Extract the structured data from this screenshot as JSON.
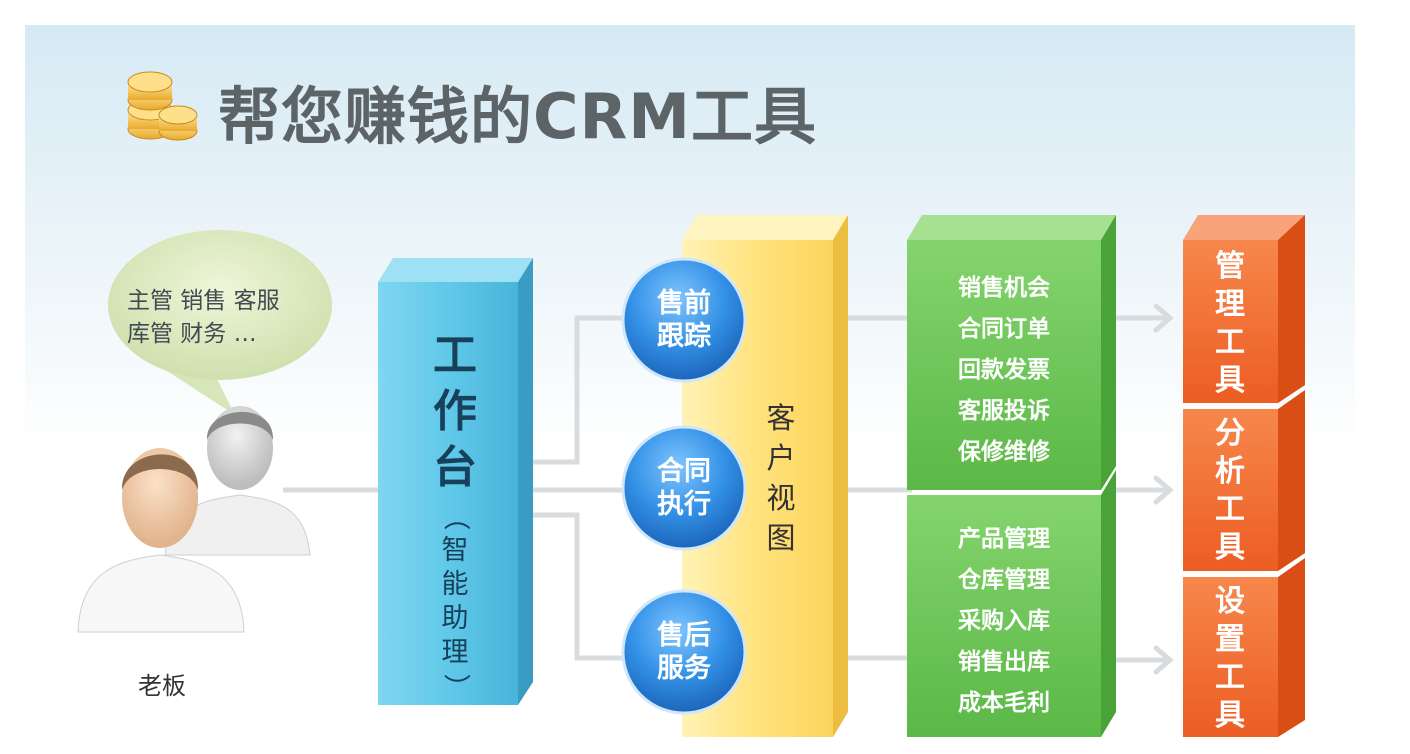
{
  "title": "帮您赚钱的CRM工具",
  "bubble": {
    "line1": "主管  销售  客服",
    "line2": "库管  财务  …"
  },
  "boss_label": "老板",
  "workstation": {
    "main": [
      "工",
      "作",
      "台"
    ],
    "sub": [
      "（",
      "智",
      "能",
      "助",
      "理",
      "）"
    ]
  },
  "customer_view": [
    "客",
    "户",
    "视",
    "图"
  ],
  "circles": [
    {
      "line1": "售前",
      "line2": "跟踪"
    },
    {
      "line1": "合同",
      "line2": "执行"
    },
    {
      "line1": "售后",
      "line2": "服务"
    }
  ],
  "green_top": [
    "销售机会",
    "合同订单",
    "回款发票",
    "客服投诉",
    "保修维修"
  ],
  "green_bottom": [
    "产品管理",
    "仓库管理",
    "采购入库",
    "销售出库",
    "成本毛利"
  ],
  "tools": [
    [
      "管",
      "理",
      "工",
      "具"
    ],
    [
      "分",
      "析",
      "工",
      "具"
    ],
    [
      "设",
      "置",
      "工",
      "具"
    ]
  ],
  "colors": {
    "workstation": "#5ec7e8",
    "customer_view": "#ffd966",
    "circle": "#2f86db",
    "green": "#6cc458",
    "tools": "#f06a2f",
    "connector": "#d9dcde"
  },
  "icons": [
    "coins-icon",
    "person-icon",
    "arrow-right-icon"
  ]
}
